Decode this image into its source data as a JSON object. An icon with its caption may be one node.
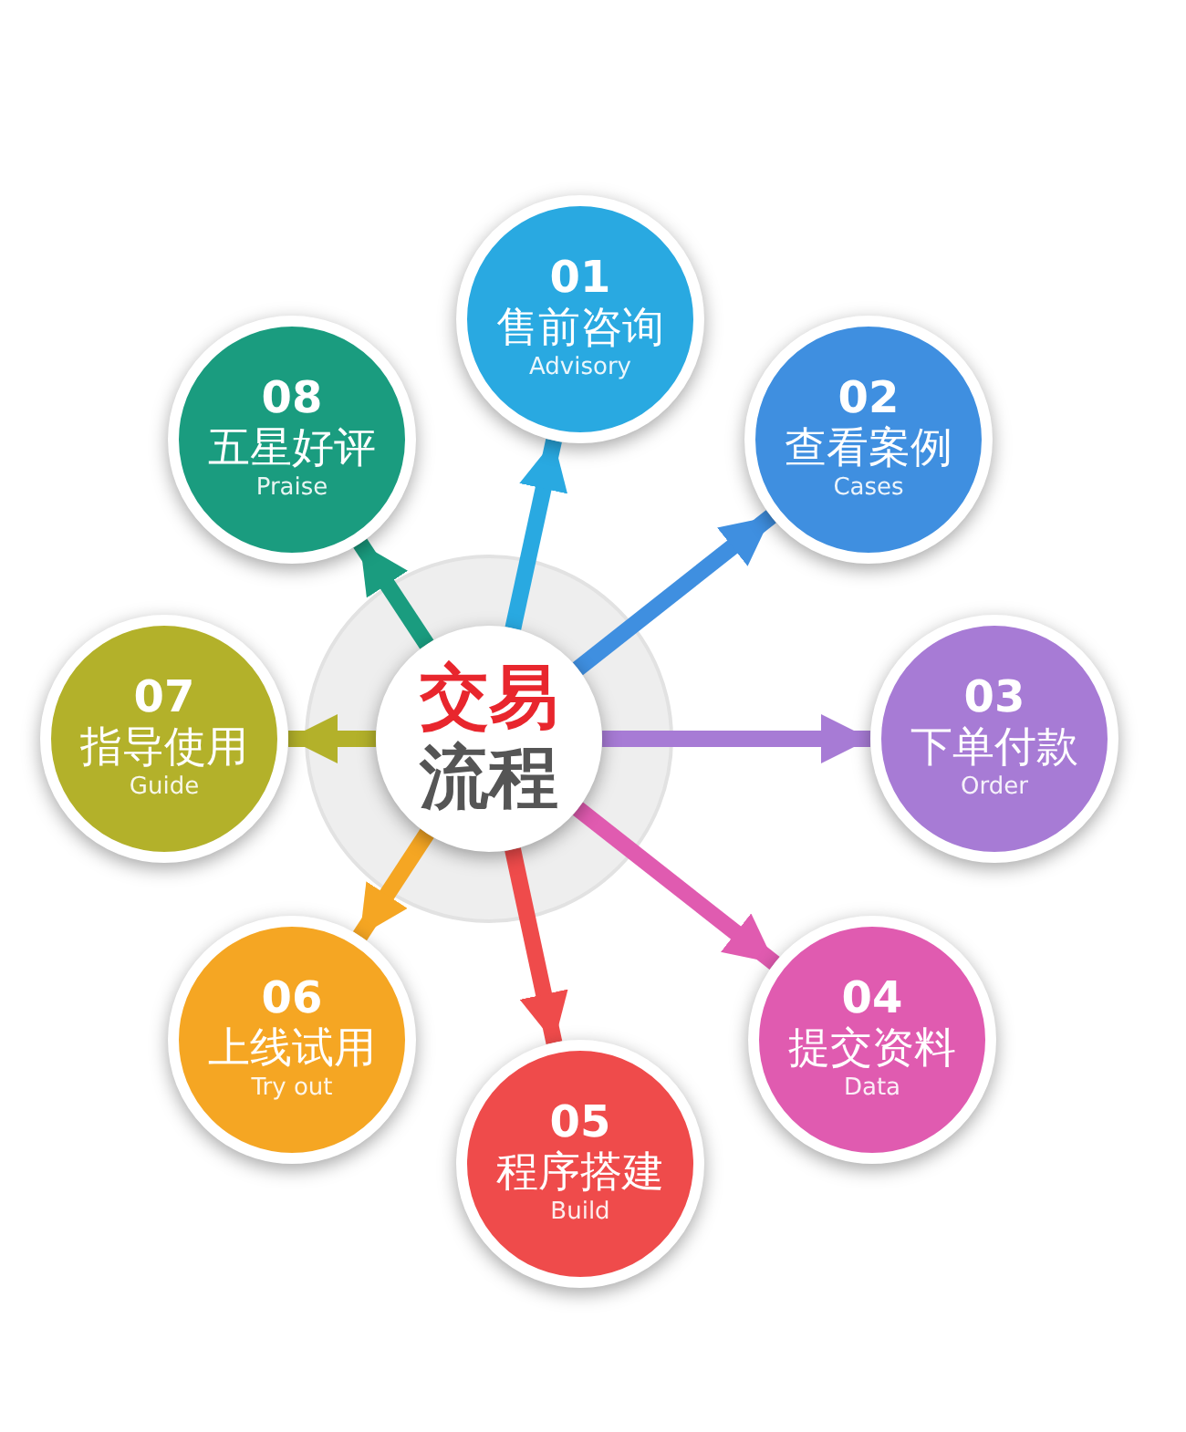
{
  "diagram": {
    "nodes": [
      {
        "text": [
          "交易流程"
        ]
      },
      {
        "text": [
          "01",
          "售前咨询",
          "Advisory"
        ]
      },
      {
        "text": [
          "02",
          "查看案例",
          "Cases"
        ]
      },
      {
        "text": [
          "03",
          "下单付款",
          "Order"
        ]
      },
      {
        "text": [
          "04",
          "提交资料",
          "Data"
        ]
      },
      {
        "text": [
          "05",
          "程序搭建",
          "Build"
        ]
      },
      {
        "text": [
          "06",
          "上线试用",
          "Try out"
        ]
      },
      {
        "text": [
          "07",
          "指导使用",
          "Guide"
        ]
      },
      {
        "text": [
          "08",
          "五星好评",
          "Praise"
        ]
      }
    ],
    "edges": [
      {
        "from": 0,
        "to": 1,
        "arrow": "to",
        "color": "#29a9e1"
      },
      {
        "from": 0,
        "to": 2,
        "arrow": "to",
        "color": "#3f8fe0"
      },
      {
        "from": 0,
        "to": 3,
        "arrow": "to",
        "color": "#a77bd5"
      },
      {
        "from": 0,
        "to": 4,
        "arrow": "to",
        "color": "#e05bb0"
      },
      {
        "from": 0,
        "to": 5,
        "arrow": "to",
        "color": "#ef4b4b"
      },
      {
        "from": 0,
        "to": 6,
        "arrow": "to",
        "color": "#f5a623"
      },
      {
        "from": 0,
        "to": 7,
        "arrow": "to",
        "color": "#b3b12a"
      },
      {
        "from": 0,
        "to": 8,
        "arrow": "to",
        "color": "#1a9c7f"
      }
    ]
  }
}
